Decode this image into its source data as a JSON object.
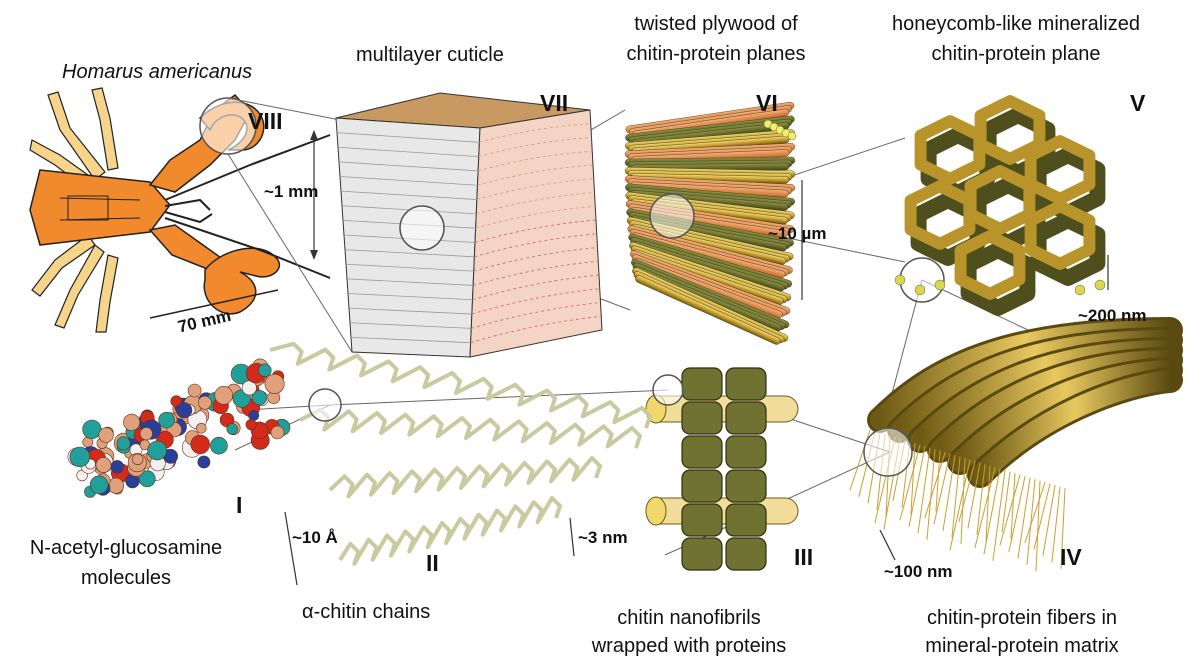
{
  "labels": {
    "species": "Homarus americanus",
    "multilayer": "multilayer cuticle",
    "plywood_line1": "twisted plywood of",
    "plywood_line2": "chitin-protein planes",
    "honeycomb_line1": "honeycomb-like mineralized",
    "honeycomb_line2": "chitin-protein plane",
    "nag_line1": "N-acetyl-glucosamine",
    "nag_line2": "molecules",
    "alpha": "α-chitin chains",
    "nanofibril_line1": "chitin nanofibrils",
    "nanofibril_line2": "wrapped with proteins",
    "fibers_line1": "chitin-protein fibers in",
    "fibers_line2": "mineral-protein matrix"
  },
  "levels": [
    "I",
    "II",
    "III",
    "IV",
    "V",
    "VI",
    "VII",
    "VIII"
  ],
  "scales": {
    "lobster": "70 mm",
    "cuticle": "~1 mm",
    "plywood": "~10 µm",
    "honeycomb": "~200 nm",
    "fibers": "~100 nm",
    "nanofibril": "~3 nm",
    "chains": "~10 Å"
  },
  "colors": {
    "lobster": "#f08a2c",
    "lobster_leg": "#f6d48a",
    "olive": "#6f7230",
    "gold": "#d8b648",
    "dark_olive": "#4f4f1e",
    "molecule_carbon": "#e0a07a",
    "molecule_oxygen": "#d42a1a",
    "molecule_nitrogen": "#2a3f9a",
    "molecule_ring": "#20a09a",
    "chain": "#c8caa0",
    "cuticle_pink": "#d86060"
  }
}
